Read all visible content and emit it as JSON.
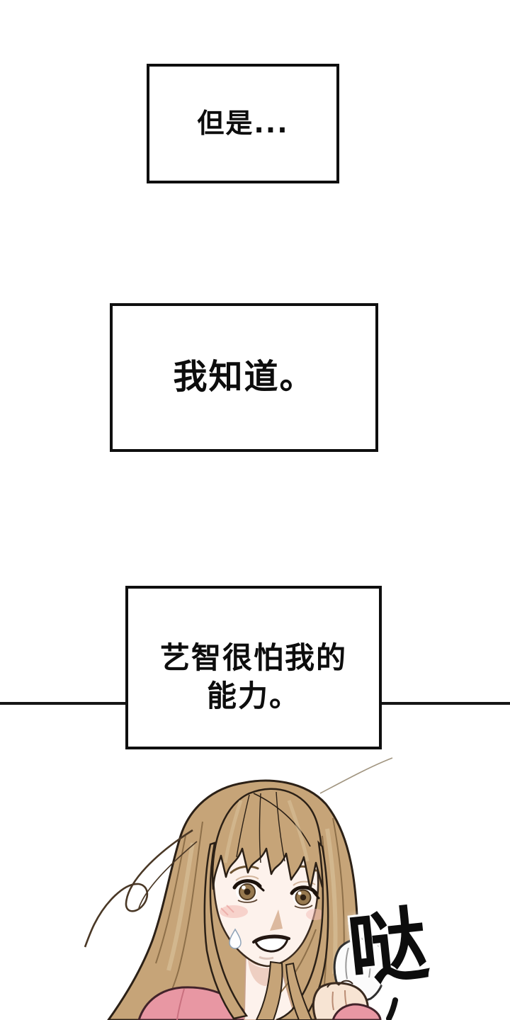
{
  "page": {
    "kind": "webtoon-comic-panel",
    "background": "#ffffff",
    "divider_line_color": "#161616"
  },
  "narration": {
    "box1": {
      "text": "但是..."
    },
    "box2": {
      "text": "我知道。"
    },
    "box3": {
      "line1": "艺智很怕我的",
      "line2": "能力。"
    }
  },
  "sfx": {
    "text": "哒"
  },
  "illustration": {
    "alt": "worried young woman, long light-brown hair, pink top, raised fist with white sleeve cuff",
    "colors": {
      "hair": "#C6A478",
      "hair_highlight": "#DCC6A0",
      "hair_shadow": "#8D6F49",
      "outline": "#2B2016",
      "skin": "#FDF2EC",
      "skin_shadow": "#EECFC2",
      "blush": "#F3BCB6",
      "iris": "#97794F",
      "top_pink": "#E897A3",
      "sleeve_white": "#FBFBFB"
    }
  }
}
